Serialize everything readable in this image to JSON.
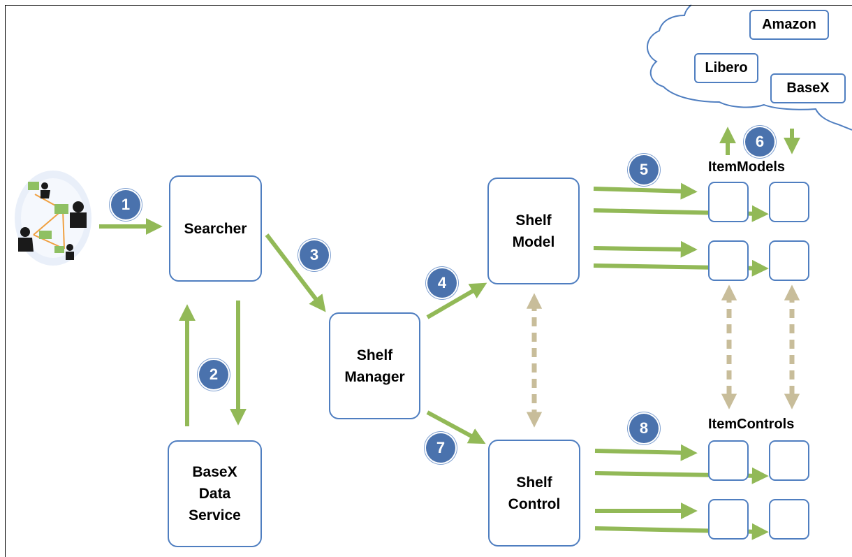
{
  "colors": {
    "box_border": "#4f7ec0",
    "badge_fill": "#4a72ad",
    "flow_arrow": "#92b957",
    "link_arrow": "#c8bd9a",
    "cloud_border": "#4f7ec0"
  },
  "icons": {
    "users": "networked-users-icon",
    "cloud": "cloud-icon"
  },
  "nodes": {
    "searcher": {
      "lines": [
        "Searcher"
      ]
    },
    "basex_data_service": {
      "lines": [
        "BaseX",
        "Data",
        "Service"
      ]
    },
    "shelf_manager": {
      "lines": [
        "Shelf",
        "Manager"
      ]
    },
    "shelf_model": {
      "lines": [
        "Shelf",
        "Model"
      ]
    },
    "shelf_control": {
      "lines": [
        "Shelf",
        "Control"
      ]
    }
  },
  "cloud_sources": {
    "amazon": "Amazon",
    "libero": "Libero",
    "basex": "BaseX"
  },
  "groups": {
    "item_models": "ItemModels",
    "item_controls": "ItemControls"
  },
  "steps": [
    "1",
    "2",
    "3",
    "4",
    "5",
    "6",
    "7",
    "8"
  ]
}
